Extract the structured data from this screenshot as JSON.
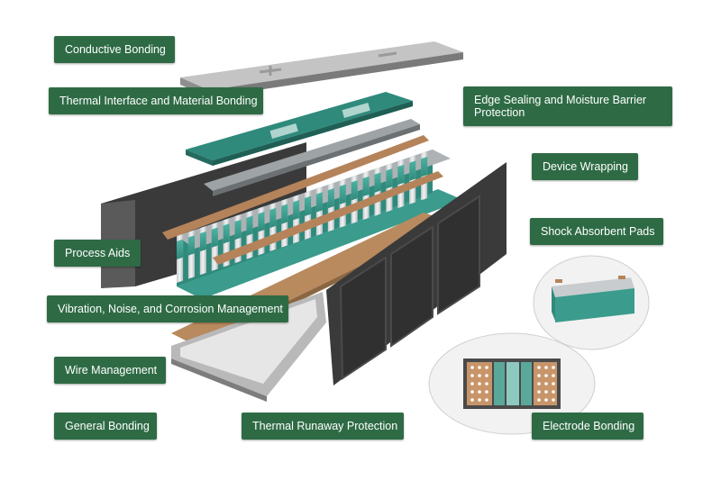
{
  "labels": {
    "conductive_bonding": "Conductive Bonding",
    "thermal_interface": "Thermal Interface and Material Bonding",
    "edge_sealing": "Edge Sealing and Moisture Barrier Protection",
    "device_wrapping": "Device Wrapping",
    "shock_absorbent": "Shock Absorbent Pads",
    "process_aids": "Process Aids",
    "vibration_noise": "Vibration, Noise, and Corrosion Management",
    "wire_management": "Wire Management",
    "general_bonding": "General Bonding",
    "thermal_runaway": "Thermal Runaway Protection",
    "electrode_bonding": "Electrode Bonding"
  },
  "colors": {
    "label_green": "#2e6b45",
    "cell_teal": "#3b9b8c",
    "copper": "#b5835a",
    "housing_gray": "#8c8c8c",
    "panel_dark": "#3a3a3a"
  }
}
